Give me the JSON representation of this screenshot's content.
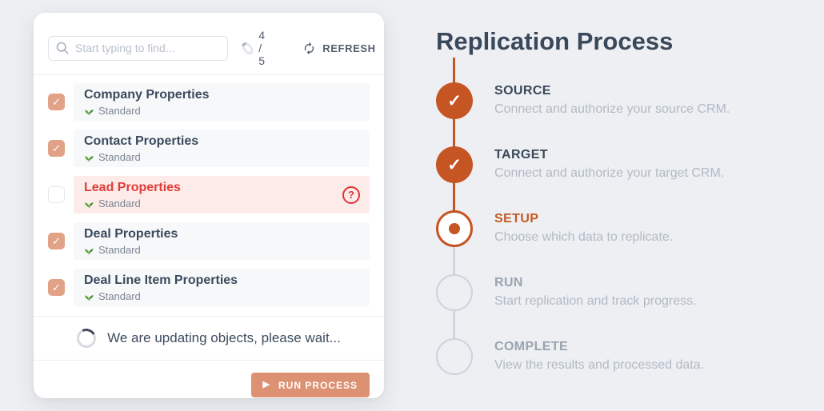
{
  "colors": {
    "page_bg": "#edeff2",
    "accent_orange": "#c65524",
    "checkbox_salmon": "#e2a287",
    "run_button": "#dc9173",
    "error_red": "#e23c38",
    "error_row_bg": "#fcebe9",
    "row_bg": "#f7f8fa",
    "title_dark": "#39485a",
    "muted_gray": "#7b8593",
    "light_gray": "#b2bac6",
    "sprout_green": "#5fa33e"
  },
  "icons": {
    "check": "✓",
    "question": "?",
    "play": "▶"
  },
  "toolbar": {
    "search_placeholder": "Start typing to find...",
    "counter": "4 / 5",
    "refresh_label": "REFRESH"
  },
  "list": {
    "items": [
      {
        "title": "Company Properties",
        "subtitle": "Standard",
        "checked": true,
        "error": false
      },
      {
        "title": "Contact Properties",
        "subtitle": "Standard",
        "checked": true,
        "error": false
      },
      {
        "title": "Lead Properties",
        "subtitle": "Standard",
        "checked": false,
        "error": true
      },
      {
        "title": "Deal Properties",
        "subtitle": "Standard",
        "checked": true,
        "error": false
      },
      {
        "title": "Deal Line Item Properties",
        "subtitle": "Standard",
        "checked": true,
        "error": false
      }
    ]
  },
  "status": {
    "message": "We are updating objects, please wait..."
  },
  "footer": {
    "run_button_label": "RUN PROCESS"
  },
  "stepper": {
    "title": "Replication Process",
    "steps": [
      {
        "label": "SOURCE",
        "description": "Connect and authorize your source CRM.",
        "state": "complete"
      },
      {
        "label": "TARGET",
        "description": "Connect and authorize your target CRM.",
        "state": "complete"
      },
      {
        "label": "SETUP",
        "description": "Choose which data to replicate.",
        "state": "active"
      },
      {
        "label": "RUN",
        "description": "Start replication and track progress.",
        "state": "upcoming"
      },
      {
        "label": "COMPLETE",
        "description": "View the results and processed data.",
        "state": "upcoming"
      }
    ]
  }
}
